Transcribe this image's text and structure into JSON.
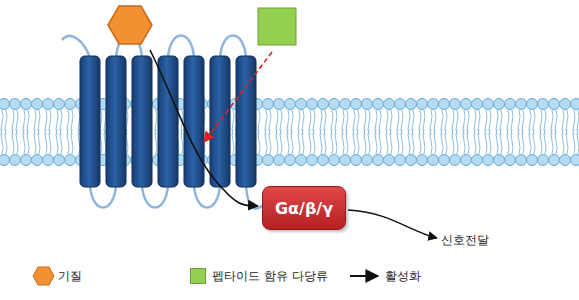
{
  "diagram": {
    "nodes": [
      {
        "text": [
          "Gα/β/γ"
        ]
      }
    ],
    "labels": [
      "신호전달"
    ],
    "legend": [
      {
        "text": "기질"
      },
      {
        "text": "펩타이드 함유 다당류",
        "color": "#92d050"
      },
      {
        "text": "활성화"
      }
    ]
  }
}
